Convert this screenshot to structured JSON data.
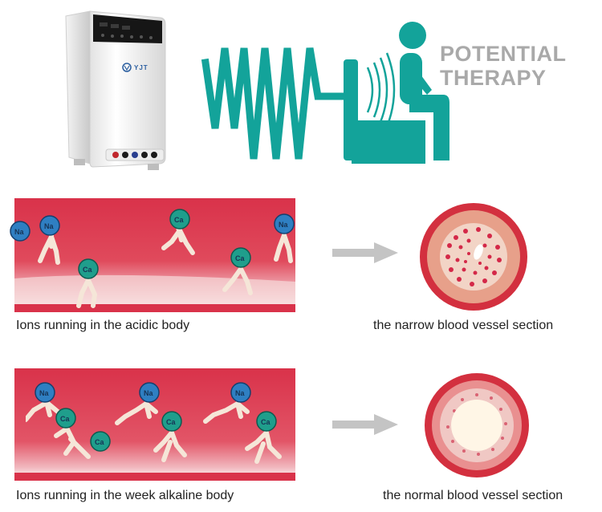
{
  "header": {
    "title_line1": "POTENTIAL",
    "title_line2": "THERAPY",
    "device_brand": "YJT"
  },
  "panels": [
    {
      "caption": "Ions running in the acidic body",
      "result_caption": "the narrow blood vessel section",
      "ions": [
        "Na",
        "Ca",
        "Na",
        "Ca",
        "Ca",
        "Na"
      ]
    },
    {
      "caption": "Ions running in the week alkaline body",
      "result_caption": "the normal blood vessel section",
      "ions": [
        "Na",
        "Na",
        "Na",
        "Ca",
        "Ca",
        "Ca",
        "Ca"
      ]
    }
  ],
  "colors": {
    "teal": "#13a39a",
    "vessel_red": "#d3303f",
    "arrow_gray": "#bdbdbd",
    "title_gray": "#a9a9a9"
  },
  "icons": {
    "arrow": "right-arrow-icon",
    "person": "seated-person-icon",
    "wave": "zigzag-wave-icon"
  }
}
